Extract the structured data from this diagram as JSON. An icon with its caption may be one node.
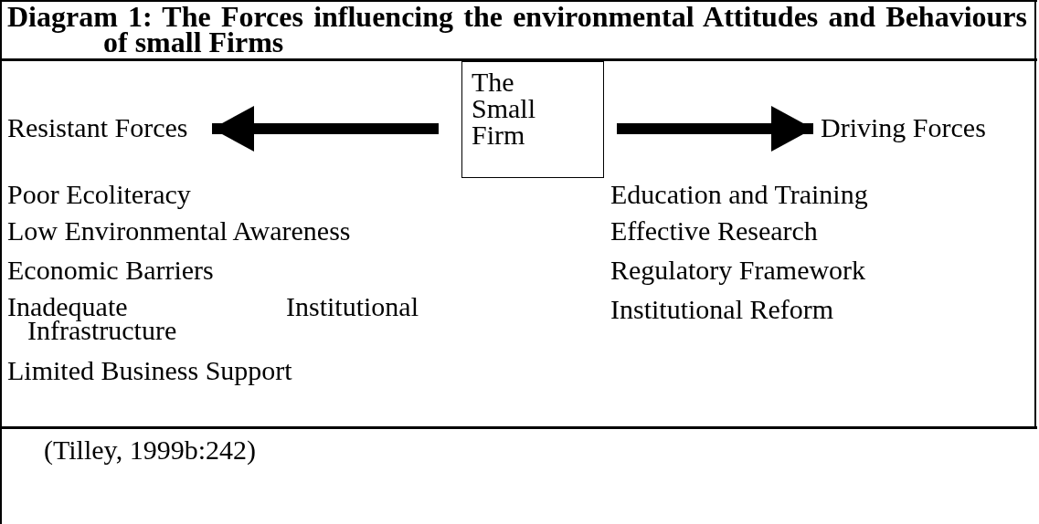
{
  "diagram": {
    "title": "Diagram 1: The Forces influencing the environmental Attitudes and Behaviours of small Firms",
    "caption": "(Tilley, 1999b:242)",
    "nodes": [
      {
        "text": [
          "The Small Firm"
        ]
      },
      {
        "text": [
          "Resistant Forces"
        ]
      },
      {
        "text": [
          "Driving Forces"
        ]
      }
    ],
    "edges": [
      {
        "from": 0,
        "to": 1,
        "arrow": "to"
      },
      {
        "from": 0,
        "to": 2,
        "arrow": "to"
      }
    ],
    "labels": [
      "Poor Ecoliteracy",
      "Low Environmental Awareness",
      "Economic Barriers",
      "Inadequate Institutional Infrastructure",
      "Limited Business Support",
      "Education and Training",
      "Effective Research",
      "Regulatory Framework",
      "Institutional Reform"
    ]
  }
}
